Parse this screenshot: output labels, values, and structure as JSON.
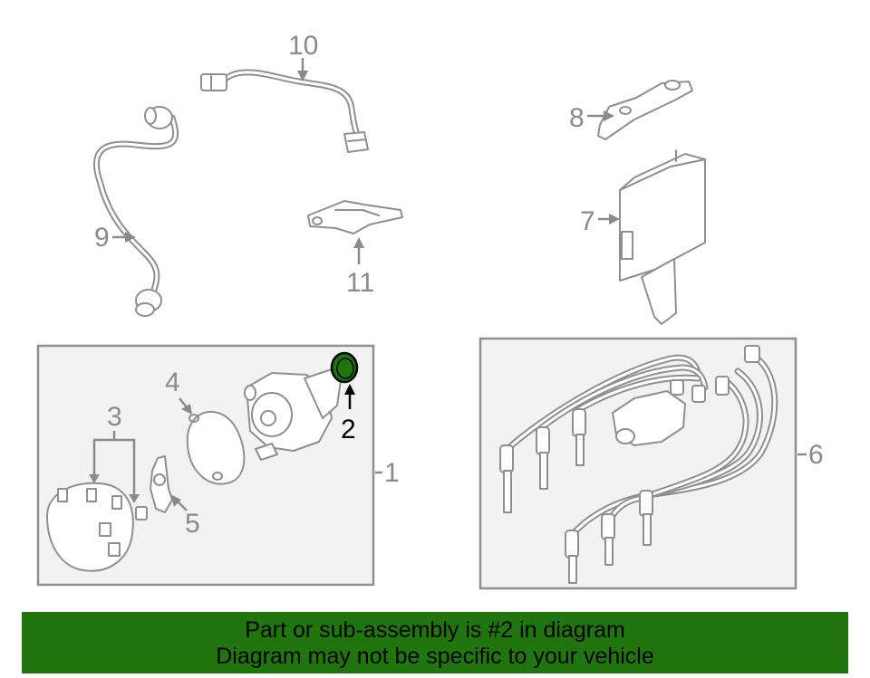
{
  "callouts": {
    "c1": "1",
    "c2": "2",
    "c3": "3",
    "c4": "4",
    "c5": "5",
    "c6": "6",
    "c7": "7",
    "c8": "8",
    "c9": "9",
    "c10": "10",
    "c11": "11"
  },
  "highlight": {
    "part_number": "2",
    "color": "#21750f"
  },
  "banner": {
    "line1": "Part or sub-assembly is #2 in diagram",
    "line2": "Diagram may not be specific to your vehicle",
    "background": "#21750f"
  }
}
